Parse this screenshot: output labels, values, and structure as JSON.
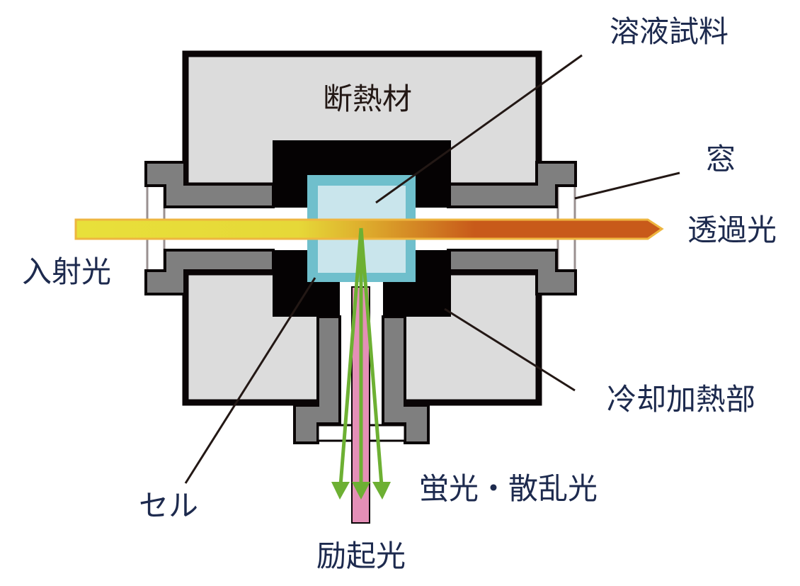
{
  "labels": {
    "insulation": "断熱材",
    "solution_sample": "溶液試料",
    "window": "窓",
    "transmitted_light": "透過光",
    "incident_light": "入射光",
    "cooling_heating_unit": "冷却加熱部",
    "fluorescence_scattered_light": "蛍光・散乱光",
    "cell": "セル",
    "excitation_light": "励起光"
  },
  "colors": {
    "insulation": "#dcdcdc",
    "flange": "#7f7f7f",
    "cell_wall": "#6fbfcc",
    "sample": "#c9e5ec",
    "beam_start": "#e8e03a",
    "beam_end": "#c85a1a",
    "excitation": "#e48fb7",
    "emission": "#6db033",
    "text": "#1d2a4e"
  }
}
